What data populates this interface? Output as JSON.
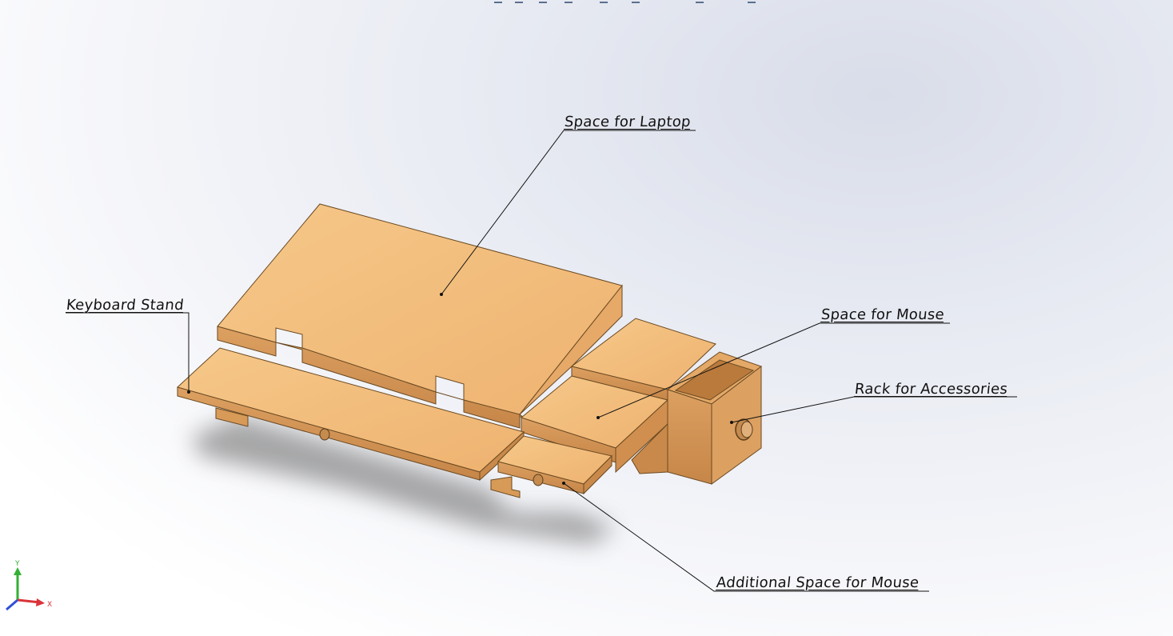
{
  "callouts": {
    "laptop": "Space for Laptop",
    "keyboard": "Keyboard Stand",
    "mouse": "Space for Mouse",
    "rack": "Rack for Accessories",
    "additional_mouse": "Additional Space for Mouse"
  },
  "triad": {
    "x_label": "X",
    "y_label": "Y"
  },
  "colors": {
    "wood_top": "#f2bb7d",
    "wood_side": "#d89a57",
    "wood_dark": "#b97a3c",
    "shadow": "#7c7c7c",
    "axis_x": "#d9343a",
    "axis_y": "#33b033",
    "axis_z": "#2f50d8"
  },
  "icons": [
    "view-orientation-icon",
    "zoom-to-fit-icon",
    "section-view-icon",
    "display-style-icon",
    "hide-show-icon",
    "appearance-icon",
    "scene-icon",
    "view-settings-icon"
  ]
}
